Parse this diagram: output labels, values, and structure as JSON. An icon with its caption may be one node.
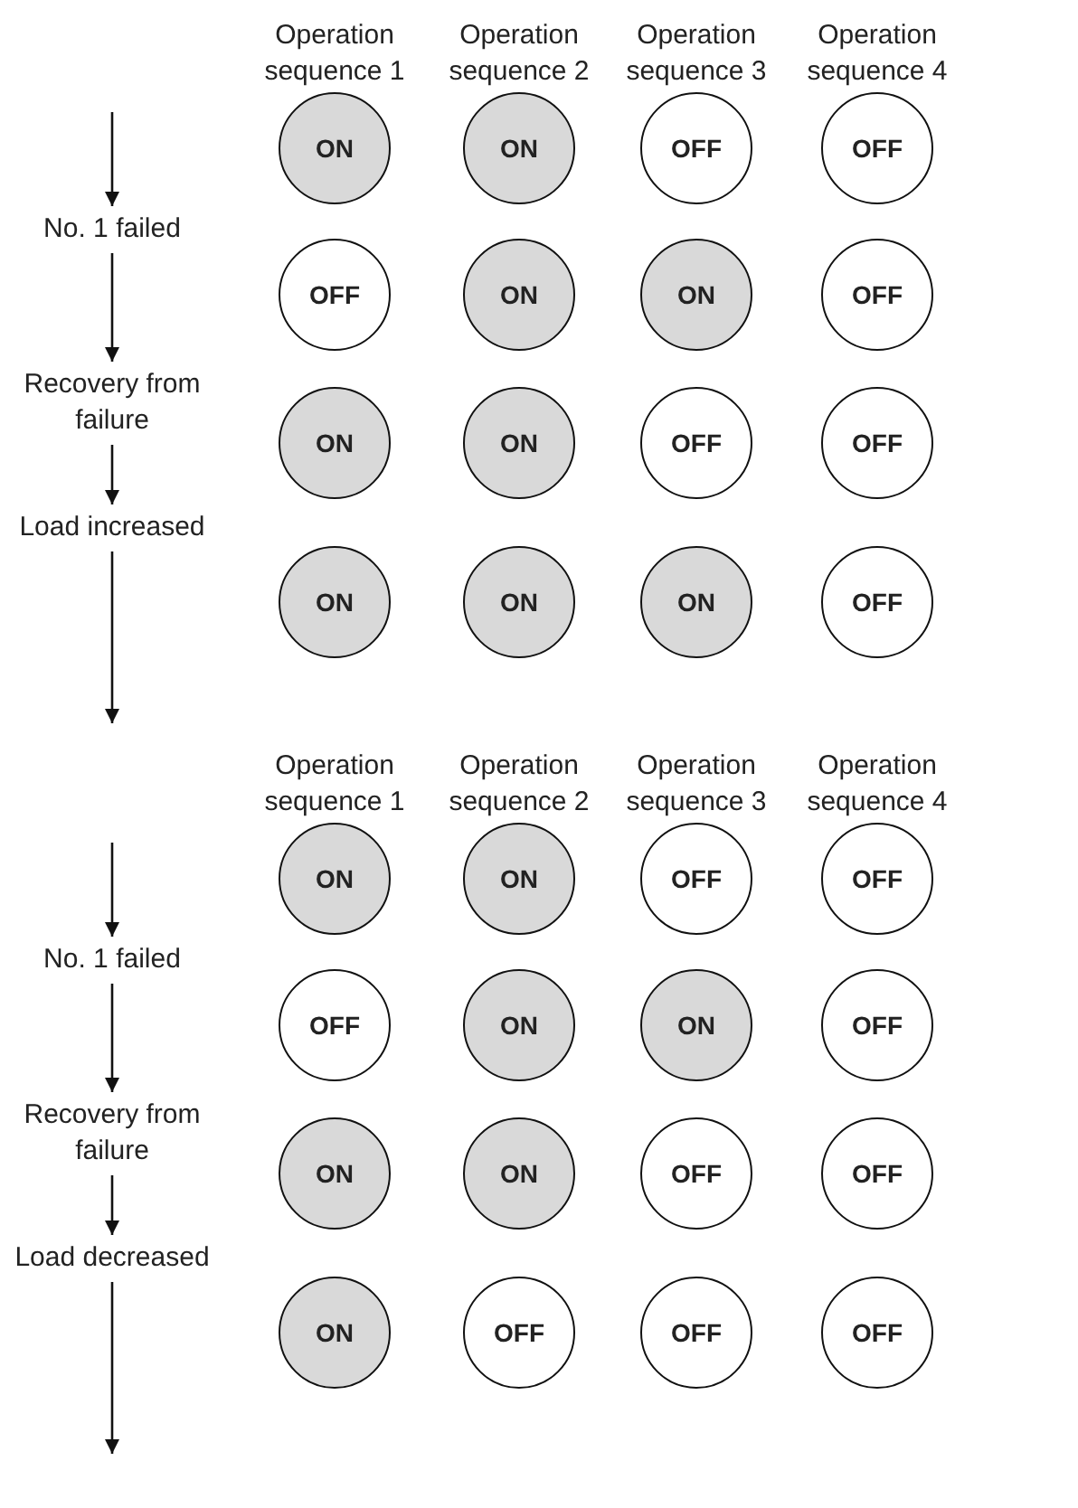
{
  "diagram": {
    "nodes": [
      {
        "text": [
          "ON"
        ]
      },
      {
        "text": [
          "ON"
        ]
      },
      {
        "text": [
          "OFF"
        ]
      },
      {
        "text": [
          "OFF"
        ]
      },
      {
        "text": [
          "No. 1 failed"
        ]
      },
      {
        "text": [
          "OFF"
        ]
      },
      {
        "text": [
          "ON"
        ]
      },
      {
        "text": [
          "ON"
        ]
      },
      {
        "text": [
          "OFF"
        ]
      },
      {
        "text": [
          "Recovery from failure"
        ]
      },
      {
        "text": [
          "ON"
        ]
      },
      {
        "text": [
          "ON"
        ]
      },
      {
        "text": [
          "OFF"
        ]
      },
      {
        "text": [
          "OFF"
        ]
      },
      {
        "text": [
          "Load increased"
        ]
      },
      {
        "text": [
          "ON"
        ]
      },
      {
        "text": [
          "ON"
        ]
      },
      {
        "text": [
          "ON"
        ]
      },
      {
        "text": [
          "OFF"
        ]
      },
      {
        "text": [
          "ON"
        ]
      },
      {
        "text": [
          "ON"
        ]
      },
      {
        "text": [
          "OFF"
        ]
      },
      {
        "text": [
          "OFF"
        ]
      },
      {
        "text": [
          "No. 1 failed"
        ]
      },
      {
        "text": [
          "OFF"
        ]
      },
      {
        "text": [
          "ON"
        ]
      },
      {
        "text": [
          "ON"
        ]
      },
      {
        "text": [
          "OFF"
        ]
      },
      {
        "text": [
          "Recovery from failure"
        ]
      },
      {
        "text": [
          "ON"
        ]
      },
      {
        "text": [
          "ON"
        ]
      },
      {
        "text": [
          "OFF"
        ]
      },
      {
        "text": [
          "OFF"
        ]
      },
      {
        "text": [
          "Load decreased"
        ]
      },
      {
        "text": [
          "ON"
        ]
      },
      {
        "text": [
          "OFF"
        ]
      },
      {
        "text": [
          "OFF"
        ]
      },
      {
        "text": [
          "OFF"
        ]
      }
    ],
    "edges": [
      {
        "from": null,
        "to": 4,
        "arrow": "to"
      },
      {
        "from": 4,
        "to": 9,
        "arrow": "to"
      },
      {
        "from": 9,
        "to": 14,
        "arrow": "to"
      },
      {
        "from": 14,
        "to": null,
        "arrow": "to"
      },
      {
        "from": null,
        "to": 23,
        "arrow": "to"
      },
      {
        "from": 23,
        "to": 28,
        "arrow": "to"
      },
      {
        "from": 28,
        "to": 33,
        "arrow": "to"
      },
      {
        "from": 33,
        "to": null,
        "arrow": "to"
      }
    ],
    "labels": [
      "Operation sequence 1",
      "Operation sequence 2",
      "Operation sequence 3",
      "Operation sequence 4",
      "Operation sequence 1",
      "Operation sequence 2",
      "Operation sequence 3",
      "Operation sequence 4"
    ]
  }
}
